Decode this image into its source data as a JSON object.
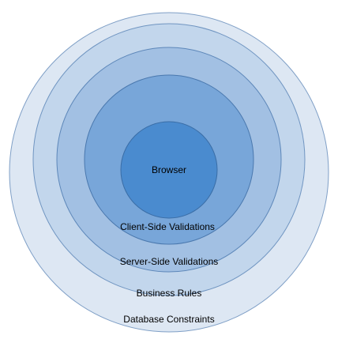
{
  "diagram": {
    "layers": [
      {
        "label": "Database Constraints",
        "fill": "#dde7f3",
        "stroke": "#7f9fc6"
      },
      {
        "label": "Business Rules",
        "fill": "#c2d6ec",
        "stroke": "#7095c1"
      },
      {
        "label": "Server-Side Validations",
        "fill": "#a2c0e3",
        "stroke": "#5d87b9"
      },
      {
        "label": "Client-Side Validations",
        "fill": "#78a6d9",
        "stroke": "#4a78ae"
      },
      {
        "label": "Browser",
        "fill": "#4a8bcf",
        "stroke": "#3a6da6"
      }
    ]
  }
}
